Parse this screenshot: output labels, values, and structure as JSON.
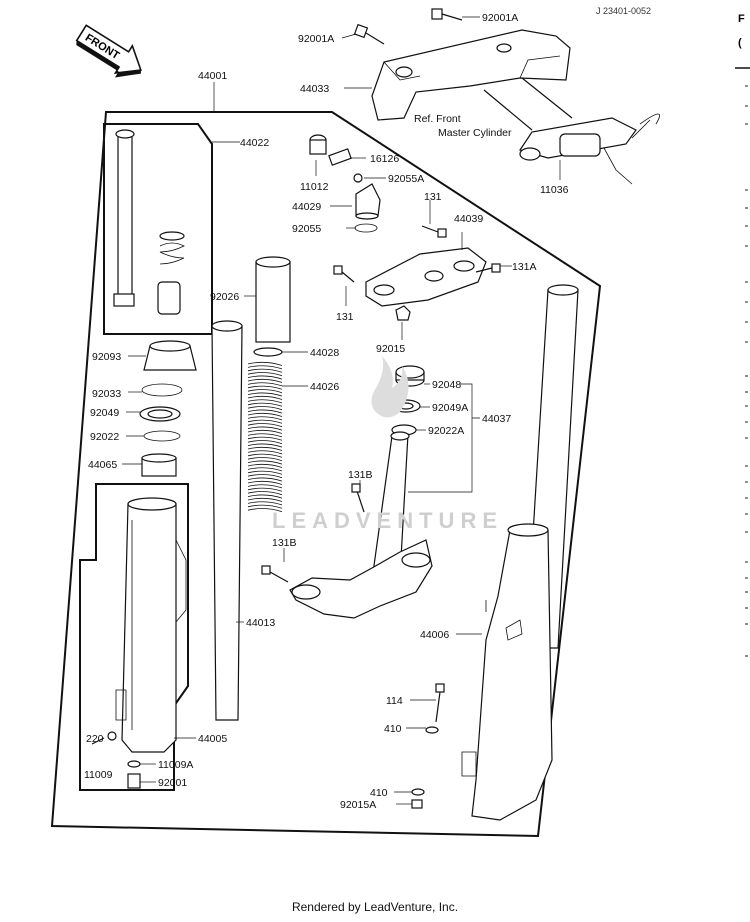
{
  "drawing_number": "J 23401-0052",
  "front_arrow": "FRONT",
  "watermark": "LEADVENTURE",
  "footer": "Rendered by LeadVenture, Inc.",
  "ref_note_line1": "Ref. Front",
  "ref_note_line2": "Master Cylinder",
  "right_edge_marks": [
    "F",
    "("
  ],
  "labels": {
    "p92001A_a": "92001A",
    "p92001A_b": "92001A",
    "p44033": "44033",
    "p44001": "44001",
    "p44022": "44022",
    "p16126": "16126",
    "p11012": "11012",
    "p92055A": "92055A",
    "p44029": "44029",
    "p92055": "92055",
    "p11036": "11036",
    "p131_a": "131",
    "p44039": "44039",
    "p131A": "131A",
    "p131_b": "131",
    "p92026": "92026",
    "p92015": "92015",
    "p44028": "44028",
    "p92093": "92093",
    "p44026": "44026",
    "p92048": "92048",
    "p92033": "92033",
    "p92049A": "92049A",
    "p92049": "92049",
    "p92022A": "92022A",
    "p92022": "92022",
    "p44037": "44037",
    "p44065": "44065",
    "p131B_a": "131B",
    "p131B_b": "131B",
    "p44006": "44006",
    "p44013": "44013",
    "p114": "114",
    "p220": "220",
    "p44005": "44005",
    "p410_a": "410",
    "p11009A": "11009A",
    "p11009": "11009",
    "p92001": "92001",
    "p410_b": "410",
    "p92015A": "92015A"
  }
}
